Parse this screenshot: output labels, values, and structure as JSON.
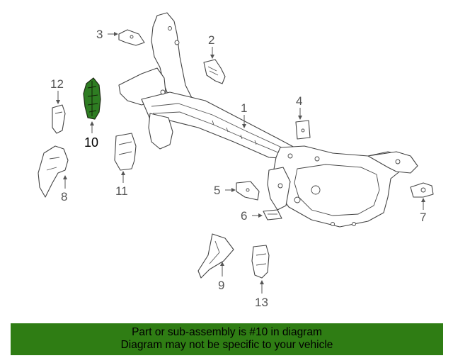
{
  "callouts": {
    "c1": "1",
    "c2": "2",
    "c3": "3",
    "c4": "4",
    "c5": "5",
    "c6": "6",
    "c7": "7",
    "c8": "8",
    "c9": "9",
    "c10": "10",
    "c11": "11",
    "c12": "12",
    "c13": "13"
  },
  "highlight_color": "#2e7d22",
  "banner": {
    "line1": "Part or sub-assembly is #10 in diagram",
    "line2": "Diagram may not be specific to your vehicle",
    "background": "#2f7d14"
  }
}
